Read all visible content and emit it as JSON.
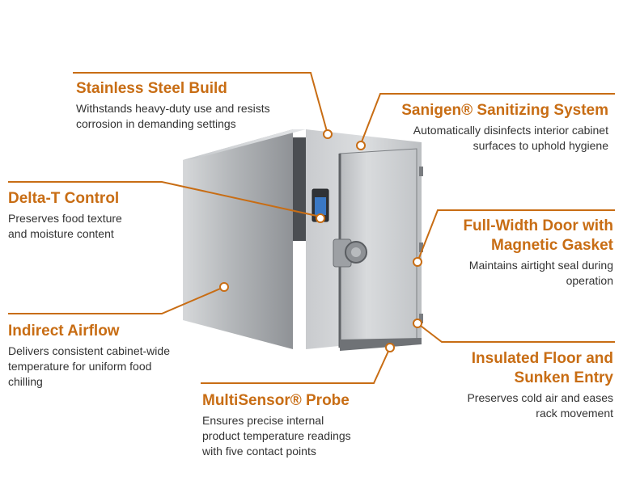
{
  "accent_color": "#c86d14",
  "callouts": {
    "stainless": {
      "title": "Stainless Steel Build",
      "desc": [
        "Withstands heavy-duty use and resists",
        "corrosion in demanding settings"
      ]
    },
    "sanigen": {
      "title": "Sanigen® Sanitizing System",
      "desc": [
        "Automatically disinfects interior cabinet",
        "surfaces to uphold hygiene"
      ]
    },
    "deltat": {
      "title": "Delta-T Control",
      "desc": [
        "Preserves food texture",
        "and moisture content"
      ]
    },
    "door": {
      "title": [
        "Full-Width Door with",
        "Magnetic Gasket"
      ],
      "desc": [
        "Maintains airtight seal during",
        "operation"
      ]
    },
    "airflow": {
      "title": "Indirect Airflow",
      "desc": [
        "Delivers consistent cabinet-wide",
        "temperature for uniform food",
        "chilling"
      ]
    },
    "floor": {
      "title": [
        "Insulated Floor and",
        "Sunken Entry"
      ],
      "desc": [
        "Preserves cold air and eases",
        "rack movement"
      ]
    },
    "probe": {
      "title": "MultiSensor® Probe",
      "desc": [
        "Ensures precise internal",
        "product temperature readings",
        "with five contact points"
      ]
    }
  }
}
